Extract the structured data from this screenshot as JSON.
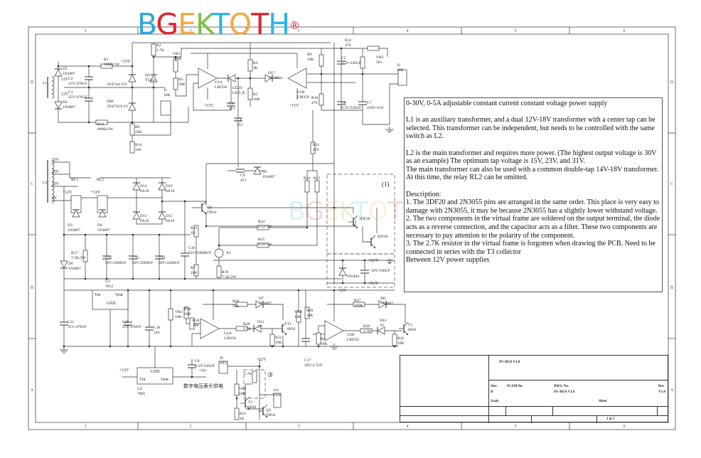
{
  "logo": {
    "letters": [
      {
        "ch": "B",
        "color": "#2aa7df"
      },
      {
        "ch": "G",
        "color": "#e5212b"
      },
      {
        "ch": "E",
        "color": "#f5a843"
      },
      {
        "ch": "K",
        "color": "#7dc143"
      },
      {
        "ch": "T",
        "color": "#2ab5e6"
      },
      {
        "ch": "O",
        "color": "#f5a843"
      },
      {
        "ch": "T",
        "color": "#e5212b"
      },
      {
        "ch": "H",
        "color": "#2ab5e6"
      }
    ],
    "registered": "®",
    "registered_color": "#e5212b",
    "watermark": "BGEKTOTH"
  },
  "frame": {
    "columns": [
      "1",
      "2",
      "3",
      "4",
      "5",
      "6"
    ],
    "rows": [
      "D",
      "C",
      "B",
      "A"
    ]
  },
  "description": {
    "title": "0-30V, 0-5A adjustable constant current constant voltage power supply",
    "p1": "L1 is an auxiliary transformer, and a dual 12V-18V transformer with a center tap can be selected. This transformer can be independent, but needs to be controlled with the same switch as L2.",
    "p2a": "L2 is the main transformer and requires more power. (The highest output voltage is 30V as an example) The optimum tap voltage is 15V, 23V, and 31V.",
    "p2b": "The main transformer can also be used with a common double-tap 14V-18V transformer. At this time, the relay RL2 can be omitted.",
    "heading": "Description:",
    "n1": "1. The 3DF20 and 2N3055 pins are arranged in the same order. This place is very easy to damage with 2N3055, it may be because 2N3055 has a slightly lower withstand voltage.",
    "n2": "2. The two components in the virtual frame are soldered on the output terminal, the diode acts as a reverse connection, and the capacitor acts as a filter. These two components are necessary to pay attention to the polarity of the component.",
    "n3": "3. The 2.7K resistor in the virtual frame is forgotten when drawing the PCB. Need to be connected in series with the T3 collector",
    "n4": "Between 12V power supplies"
  },
  "title_block": {
    "title": "PS-305A V1.0",
    "size_label": "Size",
    "size": "B",
    "pcsm_label": "PCSM No.",
    "dwg_label": "DWG No.",
    "dwg": "PS-305A V1.0",
    "rev_label": "Rev",
    "rev": "V1.0",
    "scale_label": "Scale",
    "sheet_label": "Sheet",
    "sheet": "1 of 1"
  },
  "components": [
    {
      "ref": "D1",
      "value": "1N4007"
    },
    {
      "ref": "D2",
      "value": "1N4007"
    },
    {
      "ref": "C2",
      "value": "25V/470UF"
    },
    {
      "ref": "C1",
      "value": "25V/470UF"
    },
    {
      "ref": "R1",
      "value": "600Ω/1W"
    },
    {
      "ref": "",
      "value": "1N4744/15V"
    },
    {
      "ref": "D88",
      "value": "1N4735/6.2V"
    },
    {
      "ref": "R13",
      "value": "680Ω/1W"
    },
    {
      "ref": "R6",
      "value": "10K"
    },
    {
      "ref": "R14",
      "value": "100"
    },
    {
      "ref": "R2",
      "value": "2.7K"
    },
    {
      "ref": "Q1",
      "value": "TL431"
    },
    {
      "ref": "VR1",
      "value": "100K"
    },
    {
      "ref": "R3",
      "value": "30K"
    },
    {
      "ref": "J1",
      "value": "10K"
    },
    {
      "ref": "U1A",
      "value": "LM358"
    },
    {
      "ref": "LED1",
      "value": "LED_R"
    },
    {
      "ref": "C3",
      "value": "471"
    },
    {
      "ref": "R4",
      "value": "3K"
    },
    {
      "ref": "R5",
      "value": "10K"
    },
    {
      "ref": "C4",
      "value": "153"
    },
    {
      "ref": "D17",
      "value": "1N4007"
    },
    {
      "ref": "U1B",
      "value": "LM358"
    },
    {
      "ref": "R9",
      "value": "10K"
    },
    {
      "ref": "R10",
      "value": "470"
    },
    {
      "ref": "C5",
      "value": "6.3V/220UF"
    },
    {
      "ref": "C6",
      "value": "6.3V/220UF"
    },
    {
      "ref": "R12",
      "value": "470"
    },
    {
      "ref": "VR2",
      "value": "501"
    },
    {
      "ref": "C7",
      "value": "250V/1UF"
    },
    {
      "ref": "J2",
      "value": "10K"
    },
    {
      "ref": "R11",
      "value": "470"
    },
    {
      "ref": "L1",
      "value": ""
    },
    {
      "ref": "L2",
      "value": ""
    },
    {
      "ref": "RL1",
      "value": ""
    },
    {
      "ref": "RL2",
      "value": ""
    },
    {
      "ref": "D3",
      "value": "1N4007"
    },
    {
      "ref": "D4",
      "value": "1N4007"
    },
    {
      "ref": "D14",
      "value": "6A10"
    },
    {
      "ref": "D16",
      "value": "6A10"
    },
    {
      "ref": "D13",
      "value": "6A10"
    },
    {
      "ref": "D15",
      "value": "6A10"
    },
    {
      "ref": "Q2",
      "value": "TIP41"
    },
    {
      "ref": "C9",
      "value": "471"
    },
    {
      "ref": "D5",
      "value": "1N4007"
    },
    {
      "ref": "R16",
      "value": ""
    },
    {
      "ref": "R15",
      "value": ""
    },
    {
      "ref": "R23",
      "value": "1K"
    },
    {
      "ref": "R24",
      "value": "0.22/5W"
    },
    {
      "ref": "R25",
      "value": "0.22/5W"
    },
    {
      "ref": "A1",
      "value": ""
    },
    {
      "ref": "R7",
      "value": "10K"
    },
    {
      "ref": "R19",
      "value": "7.5K/2W"
    },
    {
      "ref": "",
      "value": "3DF20"
    },
    {
      "ref": "",
      "value": "3DF20"
    },
    {
      "ref": "",
      "value": "1N5404"
    },
    {
      "ref": "",
      "value": "50V/100UF"
    },
    {
      "ref": "R17",
      "value": "7.5K/2W"
    },
    {
      "ref": "D6",
      "value": "1N4007"
    },
    {
      "ref": "C12",
      "value": "50V/2200UF"
    },
    {
      "ref": "C13",
      "value": "50V/2200UF"
    },
    {
      "ref": "C14",
      "value": "50V/2200UF"
    },
    {
      "ref": "C16",
      "value": "63V/10000UF"
    },
    {
      "ref": "U3",
      "value": "7812"
    },
    {
      "ref": "C11",
      "value": "35V/470UF"
    },
    {
      "ref": "C15",
      "value": "25V/470UF"
    },
    {
      "ref": "C10",
      "value": "104"
    },
    {
      "ref": "VR3",
      "value": "10K"
    },
    {
      "ref": "R18",
      "value": "10K"
    },
    {
      "ref": "R30",
      "value": "100"
    },
    {
      "ref": "U2A",
      "value": "LM358"
    },
    {
      "ref": "R26",
      "value": "56K"
    },
    {
      "ref": "D7",
      "value": "1N4007"
    },
    {
      "ref": "R28",
      "value": "2.7K"
    },
    {
      "ref": "D11",
      "value": "3V"
    },
    {
      "ref": "T1",
      "value": "8050"
    },
    {
      "ref": "R21",
      "value": "10K"
    },
    {
      "ref": "VR4",
      "value": "10K"
    },
    {
      "ref": "R20",
      "value": "10K"
    },
    {
      "ref": "C17",
      "value": "50V/4.7UF"
    },
    {
      "ref": "R8",
      "value": "10K"
    },
    {
      "ref": "U2B",
      "value": "LM358"
    },
    {
      "ref": "R27",
      "value": "100K"
    },
    {
      "ref": "D8",
      "value": "1N4007"
    },
    {
      "ref": "R29",
      "value": "2.7K"
    },
    {
      "ref": "D12",
      "value": "3V"
    },
    {
      "ref": "T2",
      "value": "8050"
    },
    {
      "ref": "R22",
      "value": "10K"
    },
    {
      "ref": "U4",
      "value": "7805"
    },
    {
      "ref": "C8",
      "value": "6.3V/220UF"
    },
    {
      "ref": "J9",
      "value": "NTC"
    },
    {
      "ref": "VR5",
      "value": "10K"
    },
    {
      "ref": "T3",
      "value": "8050"
    },
    {
      "ref": "R31",
      "value": "1K"
    },
    {
      "ref": "Q3",
      "value": "TIP41"
    },
    {
      "ref": "J10",
      "value": "FAN"
    },
    {
      "ref": "",
      "value": "2.7K"
    }
  ],
  "net_labels": [
    "+15V",
    "+15V",
    "+15V",
    "12V",
    "12V",
    "33V",
    "25V",
    "15V",
    "0V",
    "+12V",
    "+12V",
    "+12V",
    "+12V",
    "+5V",
    "+12V",
    "(1)",
    "②",
    "③",
    "OUT+",
    "OUT-",
    "数字电压表头供电",
    "Vin",
    "Vout",
    "GND",
    "Vin",
    "Vout",
    "GND"
  ]
}
